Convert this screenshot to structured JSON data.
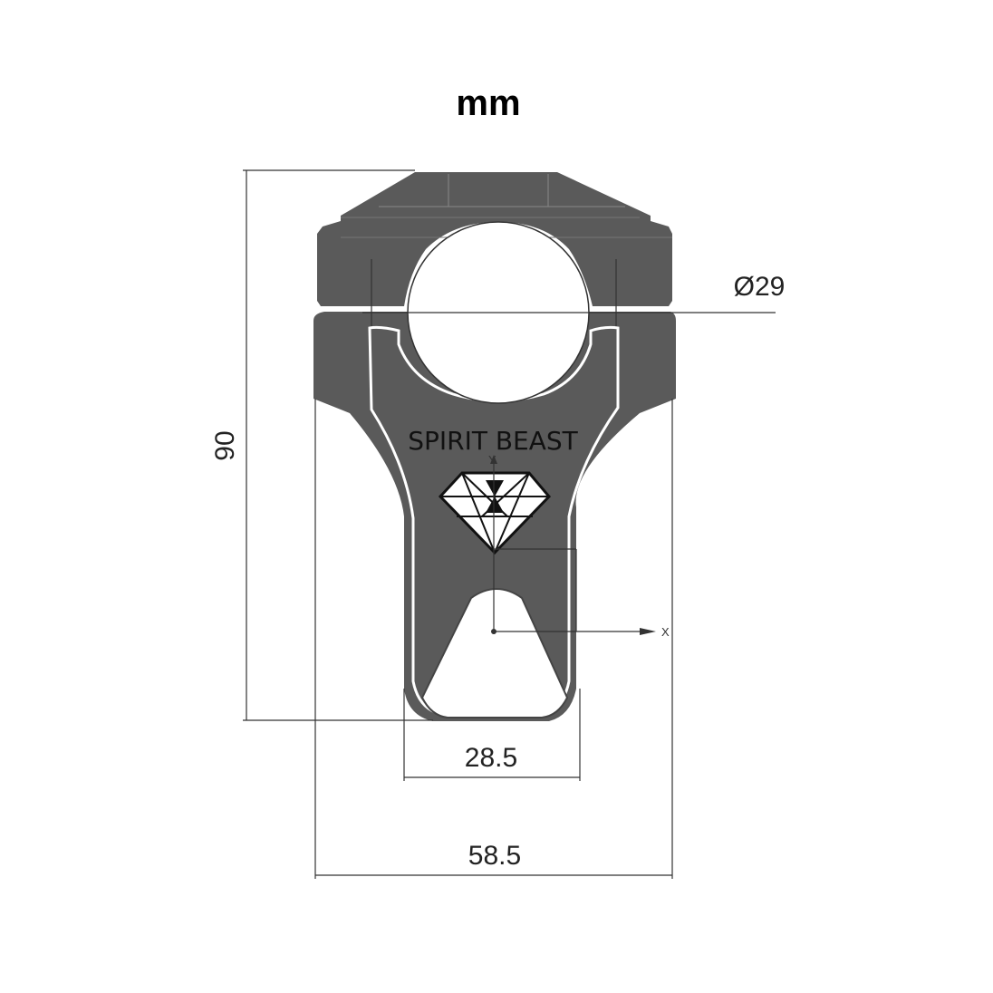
{
  "unit": "mm",
  "brand_text": "SPIRIT BEAST",
  "dimensions": {
    "height": "90",
    "bore_diameter": "Ø29",
    "base_width": "28.5",
    "top_width": "58.5"
  },
  "axes": {
    "x_label": "X",
    "y_label": "Y"
  },
  "colors": {
    "body": "#5a5a5a",
    "outline": "#ffffff",
    "lines": "#333333"
  }
}
